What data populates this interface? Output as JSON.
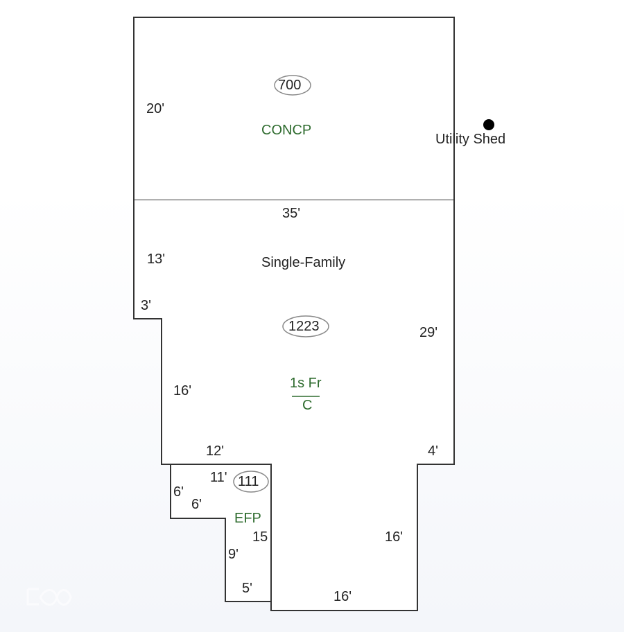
{
  "sketch": {
    "areas": [
      {
        "id": "concp",
        "code": "CONCP",
        "sqft": "700",
        "dims": {
          "left": "20'",
          "bottom": "35'"
        }
      },
      {
        "id": "main",
        "use": "Single-Family",
        "sqft": "1223",
        "code_top": "1s Fr",
        "code_bottom": "C",
        "dims": {
          "d13": "13'",
          "d3": "3'",
          "d16l": "16'",
          "d12": "12'",
          "d29": "29'",
          "d4": "4'",
          "d16r": "16'",
          "d16b": "16'"
        }
      },
      {
        "id": "efp",
        "code": "EFP",
        "sqft": "111",
        "dims": {
          "d11": "11'",
          "d6a": "6'",
          "d6b": "6'",
          "d15": "15",
          "d9": "9'",
          "d5": "5'"
        }
      }
    ],
    "outbuilding": {
      "label": "Utility Shed"
    }
  },
  "colors": {
    "line": "#333333",
    "text": "#222222",
    "code": "#2e6b2e",
    "oval": "#888888"
  }
}
